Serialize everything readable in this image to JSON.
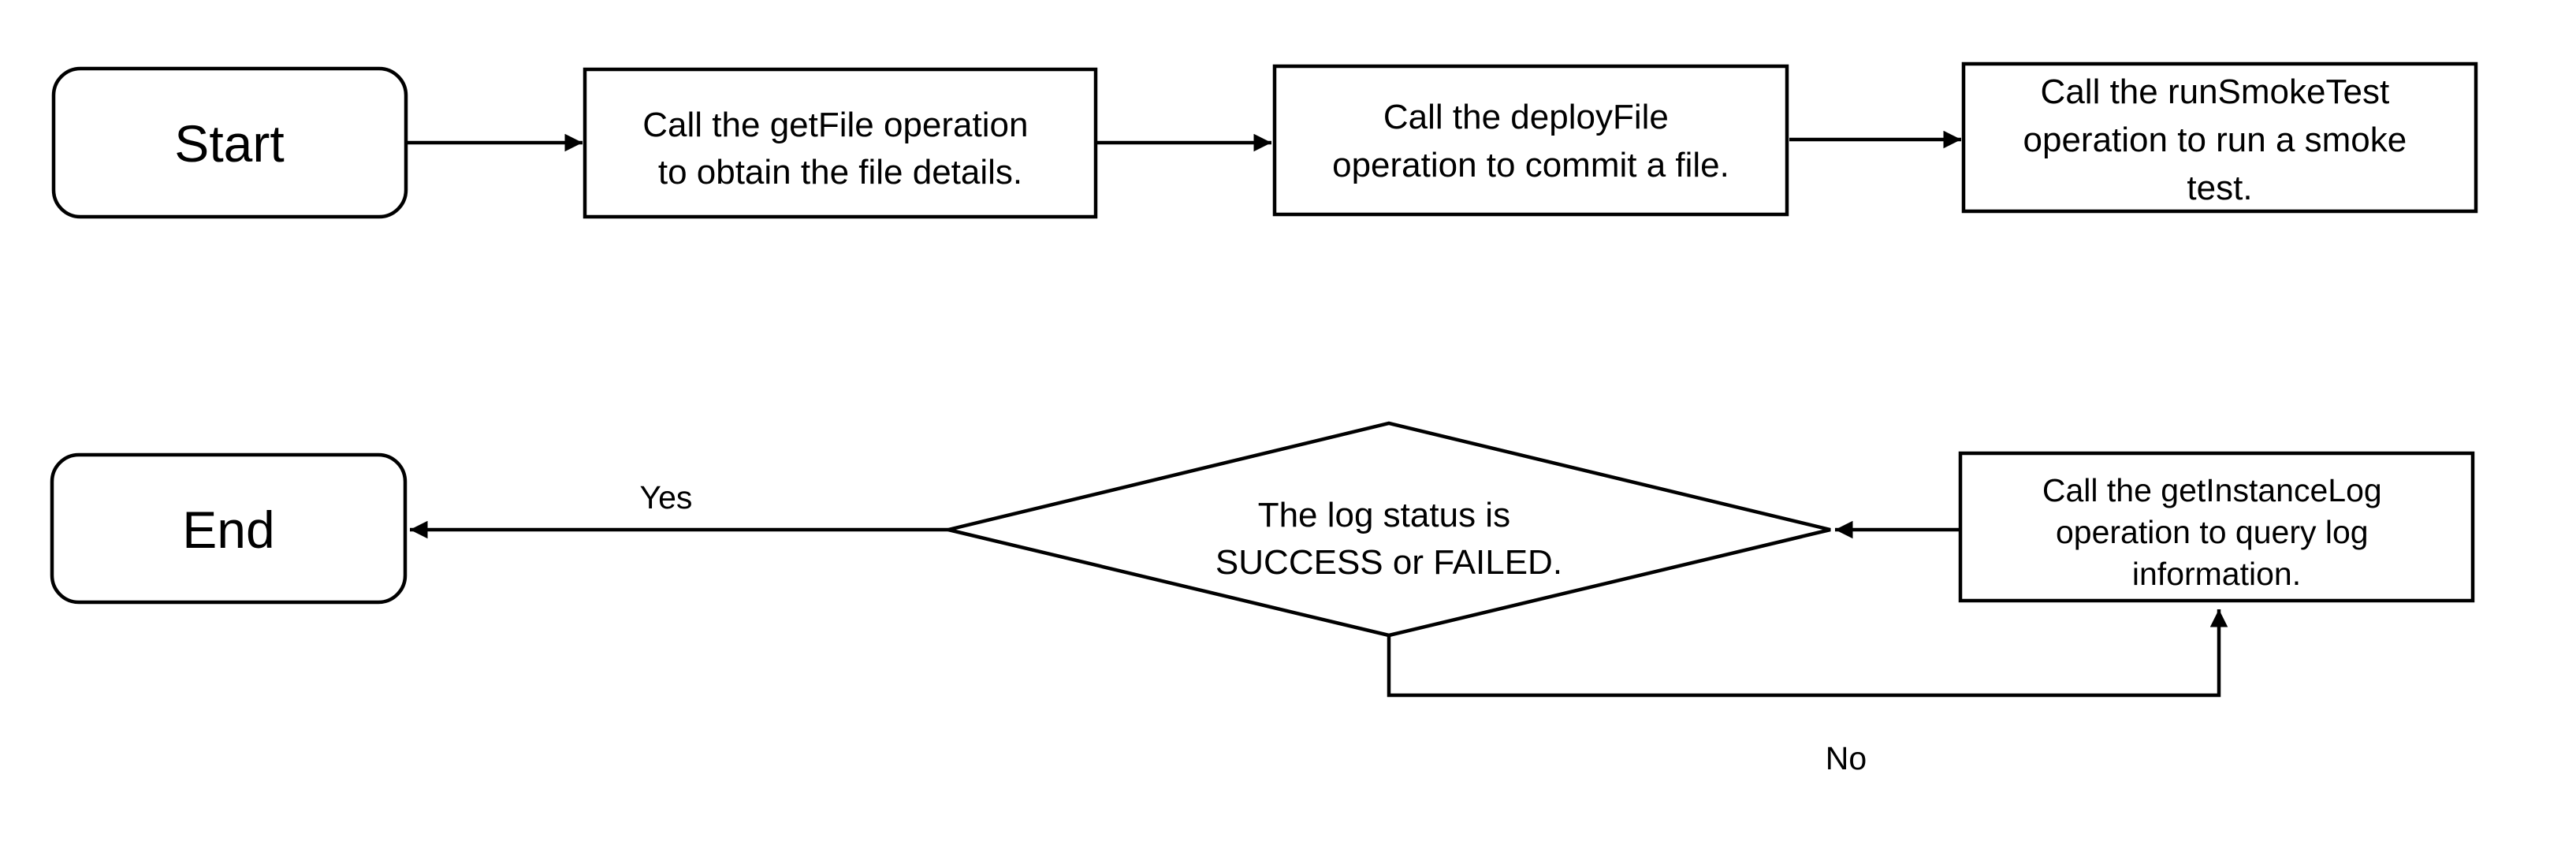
{
  "diagram": {
    "nodes": {
      "start": {
        "label": "Start"
      },
      "get_file": {
        "lines": [
          "Call the getFile operation",
          "to obtain the file details."
        ]
      },
      "deploy_file": {
        "lines": [
          "Call the deployFile",
          "operation to commit a file."
        ]
      },
      "run_smoke_test": {
        "lines": [
          "Call the runSmokeTest",
          "operation to run a smoke",
          "test."
        ]
      },
      "get_instance_log": {
        "lines": [
          "Call the getInstanceLog",
          "operation to query log",
          "information."
        ]
      },
      "log_status_decision": {
        "lines": [
          "The log status is",
          "SUCCESS or FAILED."
        ]
      },
      "end": {
        "label": "End"
      }
    },
    "edges": {
      "yes_label": "Yes",
      "no_label": "No"
    },
    "colors": {
      "stroke": "#000000",
      "fill": "#ffffff",
      "text": "#000000"
    }
  }
}
